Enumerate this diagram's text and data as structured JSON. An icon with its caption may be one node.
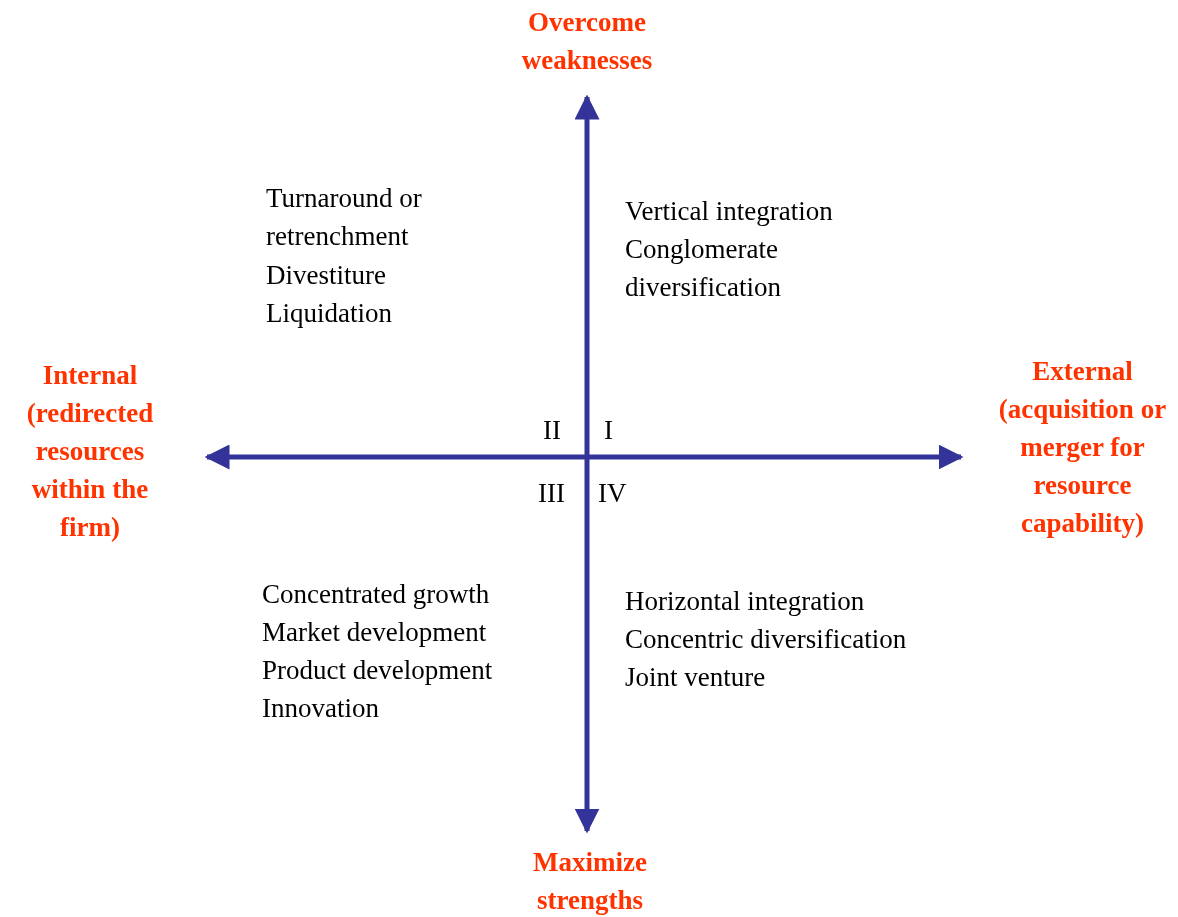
{
  "diagram": {
    "labels": [
      "Overcome weaknesses",
      "Turnaround or retrenchment",
      "Divestiture",
      "Liquidation",
      "Vertical integration",
      "Conglomerate diversification",
      "Internal (redirected resources within the firm)",
      "External (acquisition or merger for resource capability)",
      "II",
      "I",
      "III",
      "IV",
      "Concentrated growth",
      "Market development",
      "Product development",
      "Innovation",
      "Horizontal integration",
      "Concentric diversification",
      "Joint venture",
      "Maximize strengths"
    ]
  }
}
